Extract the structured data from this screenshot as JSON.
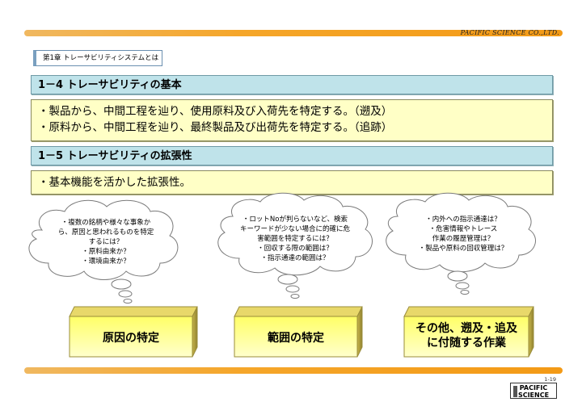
{
  "header": {
    "company": "PACIFIC SCIENCE CO.,LTD."
  },
  "chapter": {
    "title": "第1章 トレーサビリティシステムとは"
  },
  "sections": [
    {
      "title": "1－4 トレーサビリティの基本",
      "lines": [
        "・製品から、中間工程を辿り、使用原料及び入荷先を特定する。（遡及）",
        "・原料から、中間工程を辿り、最終製品及び出荷先を特定する。（追跡）"
      ]
    },
    {
      "title": "1－5 トレーサビリティの拡張性",
      "lines": [
        "・基本機能を活かした拡張性。"
      ]
    }
  ],
  "clouds": [
    {
      "lines": [
        "・複数の銘柄や様々な事象か",
        "ら、原因と思われるものを特定",
        "するには？",
        "・原料由来か？",
        "・環境由来か？"
      ]
    },
    {
      "lines": [
        "・ロットNoが判らないなど、検索",
        "キーワードが少ない場合に的確に危",
        "害範囲を特定するには？",
        "・回収する際の範囲は？",
        "・指示通達の範囲は？"
      ]
    },
    {
      "lines": [
        "・内外への指示通達は？",
        "・危害情報やトレース",
        "作業の履歴管理は？",
        "・製品や原料の回収管理は？"
      ]
    }
  ],
  "blocks": [
    {
      "lines": [
        "原因の特定"
      ]
    },
    {
      "lines": [
        "範囲の特定"
      ]
    },
    {
      "lines": [
        "その他、遡及・追及",
        "に付随する作業"
      ]
    }
  ],
  "footer": {
    "page": "1-19",
    "logo_line1": "PACIFIC",
    "logo_line2": "SCIENCE"
  },
  "colors": {
    "accent_bar": "#f5a62a",
    "section_header": "#bfe3ea",
    "content_box": "#ffffc6",
    "block_face": "#ffff99"
  }
}
